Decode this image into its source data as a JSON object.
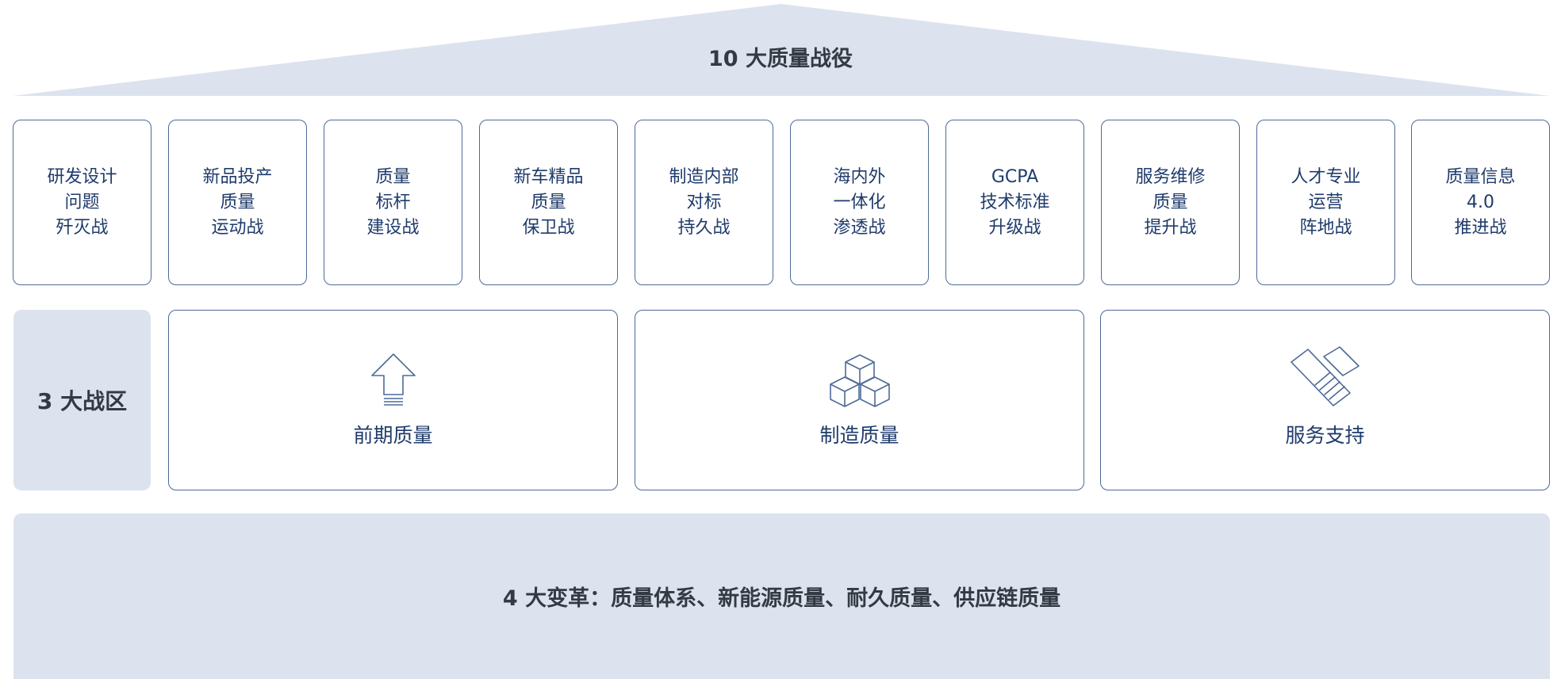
{
  "roof": {
    "title": "10 大质量战役"
  },
  "battles": [
    {
      "lines": [
        "研发设计",
        "问题",
        "歼灭战"
      ]
    },
    {
      "lines": [
        "新品投产",
        "质量",
        "运动战"
      ]
    },
    {
      "lines": [
        "质量",
        "标杆",
        "建设战"
      ]
    },
    {
      "lines": [
        "新车精品",
        "质量",
        "保卫战"
      ]
    },
    {
      "lines": [
        "制造内部",
        "对标",
        "持久战"
      ]
    },
    {
      "lines": [
        "海内外",
        "一体化",
        "渗透战"
      ]
    },
    {
      "lines": [
        "GCPA",
        "技术标准",
        "升级战"
      ]
    },
    {
      "lines": [
        "服务维修",
        "质量",
        "提升战"
      ]
    },
    {
      "lines": [
        "人才专业",
        "运营",
        "阵地战"
      ]
    },
    {
      "lines": [
        "质量信息",
        "4.0",
        "推进战"
      ]
    }
  ],
  "zones": {
    "label": "3 大战区",
    "items": [
      {
        "name": "前期质量",
        "icon": "arrow-up-icon"
      },
      {
        "name": "制造质量",
        "icon": "cubes-icon"
      },
      {
        "name": "服务支持",
        "icon": "handshake-icon"
      }
    ]
  },
  "reform": {
    "text": "4 大变革：质量体系、新能源质量、耐久质量、供应链质量"
  },
  "colors": {
    "fill": "#dce3ee",
    "border": "#4e6a98",
    "text": "#1f3b6b",
    "heading": "#333a44"
  }
}
